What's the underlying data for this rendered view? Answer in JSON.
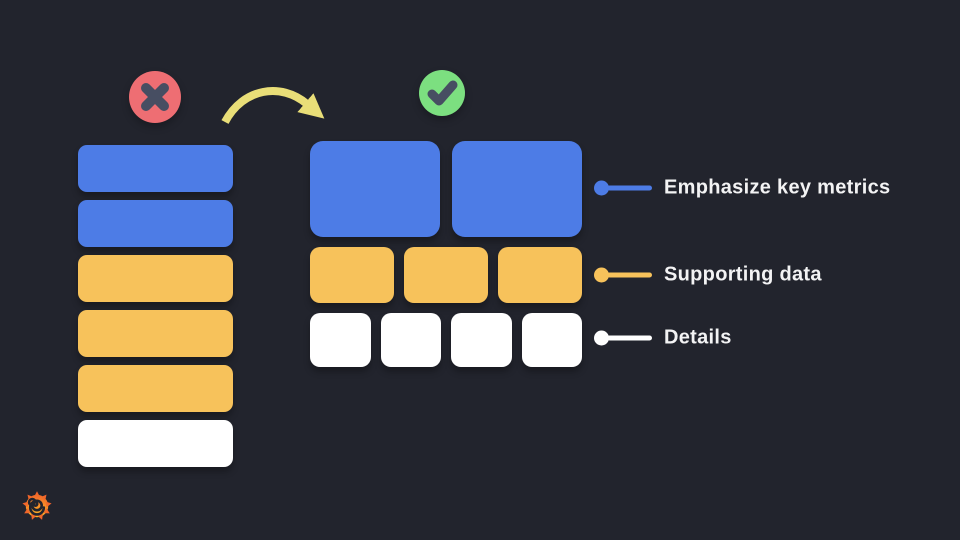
{
  "slide": {
    "background_color": "#22242d",
    "bad_example": {
      "icon": "x-circle",
      "circle_color": "#ee6e73",
      "glyph_color": "#474e62",
      "stack_blocks": [
        {
          "kind": "key-metric",
          "color": "#4d7ce6"
        },
        {
          "kind": "key-metric",
          "color": "#4d7ce6"
        },
        {
          "kind": "supporting",
          "color": "#f7c25b"
        },
        {
          "kind": "supporting",
          "color": "#f7c25b"
        },
        {
          "kind": "supporting",
          "color": "#f7c25b"
        },
        {
          "kind": "detail",
          "color": "#ffffff"
        }
      ]
    },
    "arrow": {
      "icon": "curved-arrow",
      "color": "#e9de78",
      "direction": "left-to-right"
    },
    "good_example": {
      "icon": "check-circle",
      "circle_color": "#7cdf80",
      "glyph_color": "#474e62",
      "rows": [
        {
          "kind": "key-metric",
          "count": 2,
          "color": "#4d7ce6"
        },
        {
          "kind": "supporting",
          "count": 3,
          "color": "#f7c25b"
        },
        {
          "kind": "detail",
          "count": 4,
          "color": "#ffffff"
        }
      ]
    },
    "legend": [
      {
        "label": "Emphasize key metrics",
        "color": "#4d7ce6"
      },
      {
        "label": "Supporting data",
        "color": "#f7c25b"
      },
      {
        "label": "Details",
        "color": "#ffffff"
      }
    ],
    "text_color": "#f3f3f4",
    "logo": {
      "icon": "grafana-logo",
      "gradient": [
        "#fcbf25",
        "#ef5c2b"
      ]
    }
  }
}
